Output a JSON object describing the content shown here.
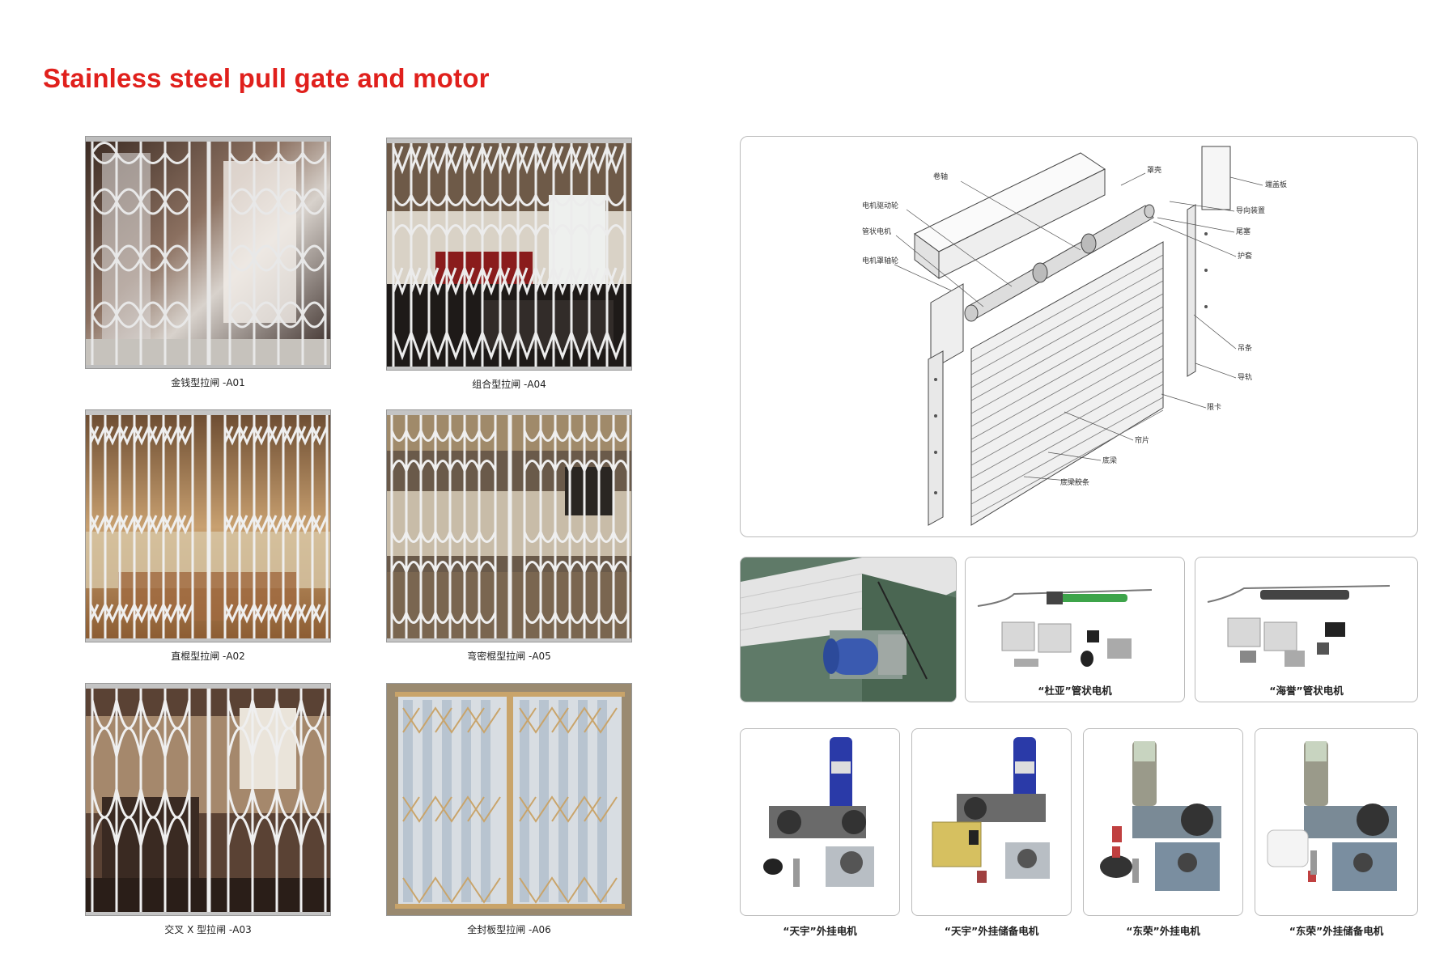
{
  "page_title": "Stainless steel pull gate and motor",
  "gates": [
    {
      "caption": "金钱型拉闸 -A01"
    },
    {
      "caption": "组合型拉闸 -A04"
    },
    {
      "caption": "直棍型拉闸 -A02"
    },
    {
      "caption": "弯密棍型拉闸 -A05"
    },
    {
      "caption": "交叉 X 型拉闸 -A03"
    },
    {
      "caption": "全封板型拉闸 -A06"
    }
  ],
  "diagram": {
    "labels": {
      "juanzhou": "卷轴",
      "zhaoke": "罩壳",
      "dianji_chuandonglun": "电机驱动轮",
      "guanzhuang_dianji": "管状电机",
      "dianji_zhaozhoulun": "电机罩轴轮",
      "duangaiban": "端盖板",
      "daoxiang_zhuangzhi": "导向装置",
      "weisai": "尾塞",
      "hutao": "护套",
      "diaotiao": "吊条",
      "daogui": "导轨",
      "xianka": "限卡",
      "yepian": "帘片",
      "diliang": "底梁",
      "diliang_jiaotiao": "底梁胶条"
    }
  },
  "motors_row1": [
    {
      "caption": ""
    },
    {
      "caption": "“杜亚”管状电机"
    },
    {
      "caption": "“海誉”管状电机"
    }
  ],
  "motors_row2": [
    {
      "caption": "“天宇”外挂电机"
    },
    {
      "caption": "“天宇”外挂储备电机"
    },
    {
      "caption": "“东荣”外挂电机"
    },
    {
      "caption": "“东荣”外挂储备电机"
    }
  ],
  "colors": {
    "title": "#e0201c",
    "tube_motor_green": "#3da44a",
    "motor_blue": "#2a3aa8"
  }
}
